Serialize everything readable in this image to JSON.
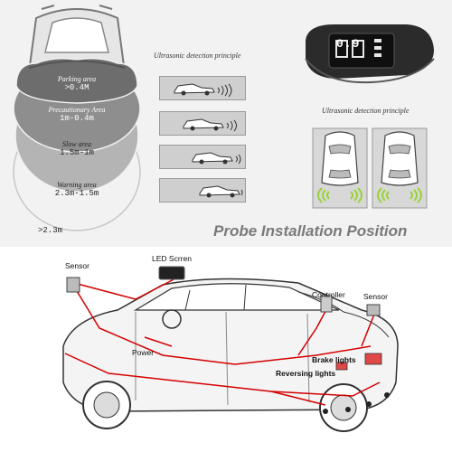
{
  "top": {
    "zones": [
      {
        "title": "Parking area",
        "range": ">0.4M"
      },
      {
        "title": "Precautionary Area",
        "range": "1m-0.4m"
      },
      {
        "title": "Slow area",
        "range": "1.5m-1m"
      },
      {
        "title": "Warning area",
        "range": "2.3m-1.5m"
      }
    ],
    "far_range": ">2.3m",
    "principle_left": "Ultrasonic detection principle",
    "principle_right": "Ultrasonic detection principle",
    "display_reading": "0.9",
    "probe_title": "Probe Installation Position"
  },
  "bottom": {
    "labels": {
      "sensor_left": "Sensor",
      "led_screen": "LED Scrren",
      "controller": "Controller",
      "sensor_right": "Sensor",
      "power": "Power",
      "brake_lights": "Brake lights",
      "reversing_lights": "Reversing lights"
    }
  },
  "colors": {
    "wire": "#d40000",
    "zone_dark": "#6d6d6d",
    "zone_mid": "#8e8e8e",
    "zone_light": "#b4b4b4",
    "wave": "#9bd23a"
  }
}
